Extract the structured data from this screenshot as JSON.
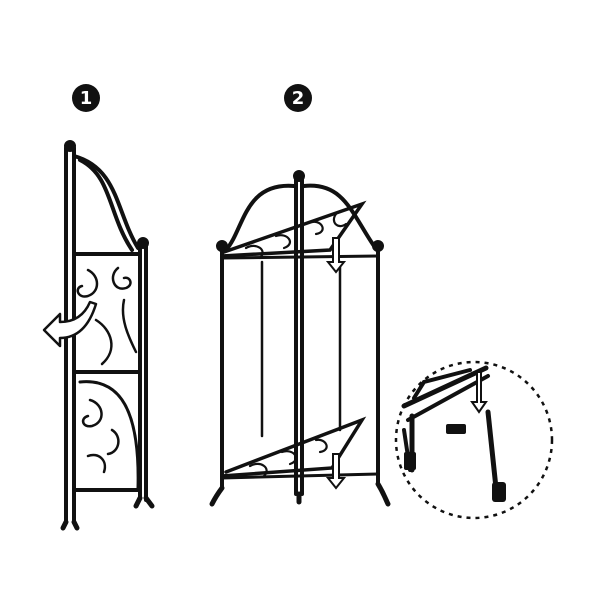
{
  "steps": [
    {
      "label": "1",
      "icon": "folded-shelf-rotate-arrow"
    },
    {
      "label": "2",
      "icon": "unfolded-shelf-down-arrows"
    }
  ],
  "detail": {
    "icon": "magnified-latch-detail"
  },
  "colors": {
    "ink": "#111111",
    "background": "#ffffff"
  }
}
